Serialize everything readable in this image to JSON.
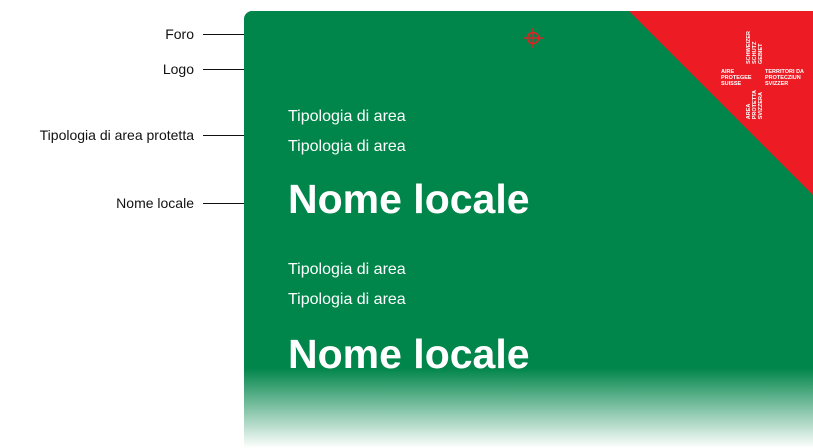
{
  "annotations": {
    "hole": "Foro",
    "logo": "Logo",
    "area_type": "Tipologia di area protetta",
    "local_name": "Nome locale"
  },
  "sign": {
    "background_color": "#00854a",
    "accent_color": "#ed1c24",
    "blocks": [
      {
        "type_lines": [
          "Tipologia di area",
          "Tipologia di area"
        ],
        "name": "Nome locale"
      },
      {
        "type_lines": [
          "Tipologia di area",
          "Tipologia di area"
        ],
        "name": "Nome locale"
      }
    ],
    "logo_text": {
      "fr": [
        "AIRE",
        "PROTEGEE",
        "SUISSE"
      ],
      "de": [
        "SCHWEIZER",
        "SCHUTZ",
        "GEBIET"
      ],
      "rm": [
        "TERRITORI DA",
        "PROTECZIUN",
        "SVIZZER"
      ],
      "it": [
        "AREA",
        "PROTETTA",
        "SVIZZERA"
      ]
    }
  }
}
